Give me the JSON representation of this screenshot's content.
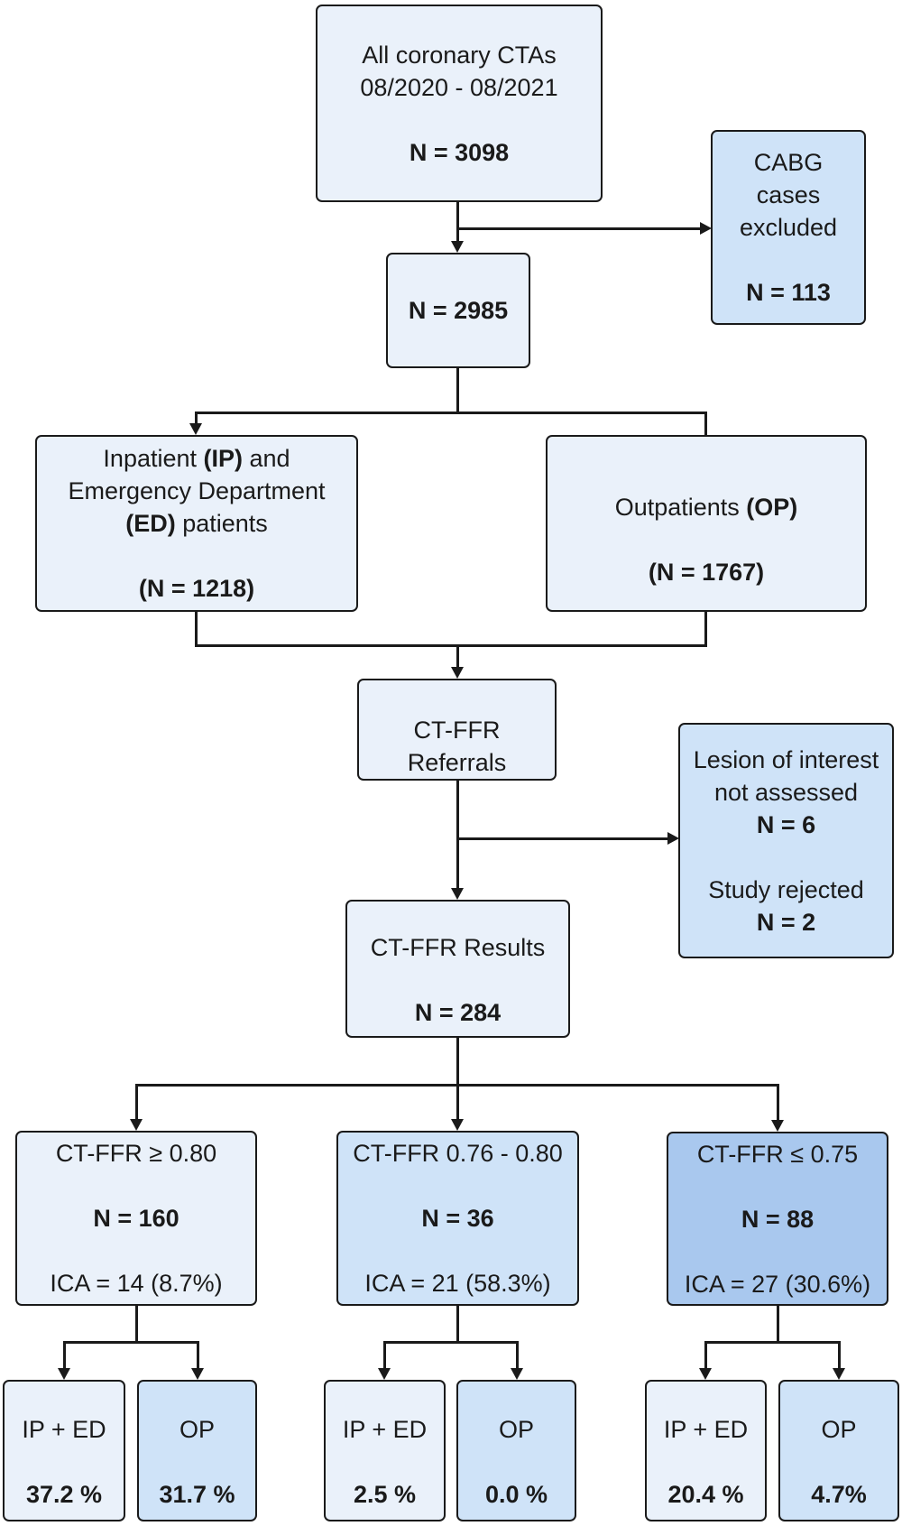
{
  "colors": {
    "box_light": "#eaf1fa",
    "box_medium": "#cfe3f8",
    "box_dark": "#a9c8ee",
    "line": "#1a1a1a"
  },
  "flow": {
    "top": {
      "line1": "All coronary CTAs",
      "line2": "08/2020 - 08/2021",
      "n": "N = 3098"
    },
    "cabg": {
      "line1": "CABG",
      "line2": "cases",
      "line3": "excluded",
      "n": "N = 113"
    },
    "n2985": {
      "n": "N = 2985"
    },
    "ip_ed": {
      "l1a": "Inpatient ",
      "l1b": "(IP)",
      "l1c": " and",
      "line2": "Emergency Department",
      "l3a": "(ED)",
      "l3b": " patients",
      "n": "(N = 1218)"
    },
    "op": {
      "l1a": "Outpatients ",
      "l1b": "(OP)",
      "n": "(N = 1767)"
    },
    "referrals": {
      "line1": "CT-FFR",
      "line2": "Referrals"
    },
    "lesion": {
      "line1": "Lesion of interest",
      "line2": "not assessed",
      "n1": "N = 6",
      "line3": "Study rejected",
      "n2": "N = 2"
    },
    "results": {
      "line1": "CT-FFR Results",
      "n": "N = 284"
    },
    "cat_high": {
      "title": "CT-FFR ≥ 0.80",
      "n": "N = 160",
      "ica": "ICA = 14 (8.7%)"
    },
    "cat_mid": {
      "title": "CT-FFR 0.76 - 0.80",
      "n": "N = 36",
      "ica": "ICA = 21 (58.3%)"
    },
    "cat_low": {
      "title": "CT-FFR ≤ 0.75",
      "n": "N = 88",
      "ica": "ICA = 27 (30.6%)"
    },
    "leaf": [
      {
        "label": "IP + ED",
        "value": "37.2 %"
      },
      {
        "label": "OP",
        "value": "31.7 %"
      },
      {
        "label": "IP + ED",
        "value": "2.5 %"
      },
      {
        "label": "OP",
        "value": "0.0 %"
      },
      {
        "label": "IP + ED",
        "value": "20.4 %"
      },
      {
        "label": "OP",
        "value": "4.7%"
      }
    ]
  }
}
